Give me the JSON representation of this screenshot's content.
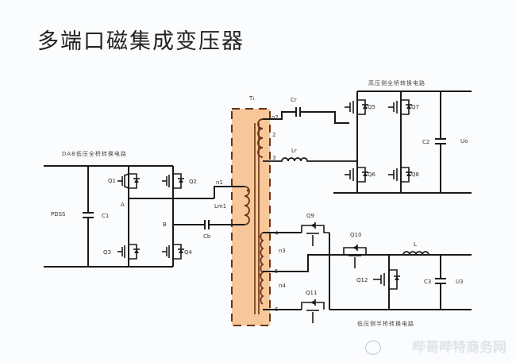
{
  "title": "多端口磁集成变压器",
  "transformer": {
    "label": "T₁",
    "fill_color": "#f7c79a",
    "border_color": "#6b3216",
    "windings": [
      "n1",
      "n2",
      "n3",
      "n4"
    ]
  },
  "left_circuit": {
    "caption": "DAB低压全桥转换电路",
    "source_label": "PDSS",
    "capacitor": "C1",
    "switches": [
      "Q1",
      "Q2",
      "Q3",
      "Q4"
    ],
    "node_a": "A",
    "node_b": "B",
    "inductor": "Lm1",
    "series_cap": "Cb",
    "terminal": "n1"
  },
  "right_top_circuit": {
    "caption": "高压侧全桥转换电路",
    "capacitor": "C2",
    "output_label": "Uo",
    "switches": [
      "Q5",
      "Q7",
      "Q6",
      "Q8"
    ],
    "series_cap": "Cr",
    "inductor": "Lr",
    "terminals": [
      "n2",
      "2",
      "3"
    ]
  },
  "right_bottom_circuit": {
    "caption": "低压侧半桥转换电路",
    "switches": [
      "Q9",
      "Q10",
      "Q11",
      "Q12"
    ],
    "inductor": "L",
    "capacitor": "C3",
    "output_label": "U3",
    "terminals": [
      "4",
      "n3",
      "5",
      "n4",
      "6"
    ]
  },
  "watermark": "哔哥哔特商务网"
}
